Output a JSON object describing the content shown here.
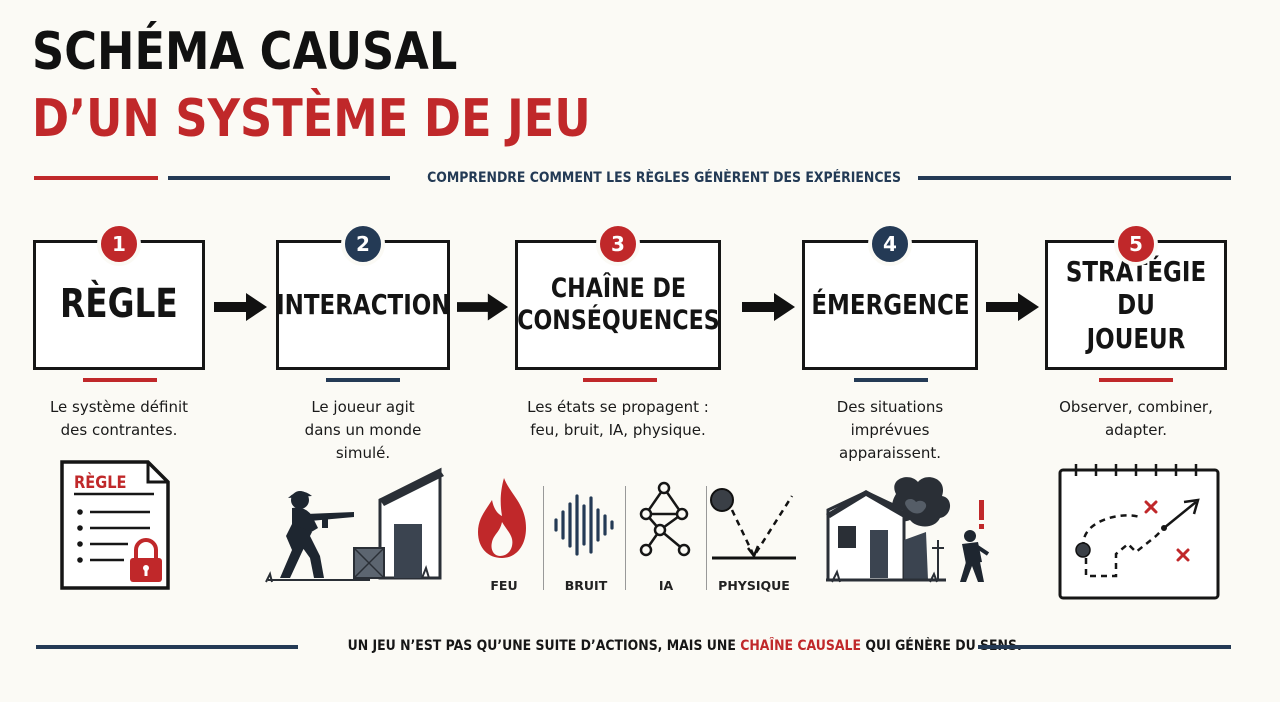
{
  "title": {
    "line1": "SCHÉMA CAUSAL",
    "line2": "D’UN SYSTÈME DE JEU"
  },
  "subtitle": "COMPRENDRE COMMENT LES RÈGLES GÉNÈRENT DES EXPÉRIENCES",
  "steps": [
    {
      "number": "1",
      "label": "RÈGLE",
      "description": "Le système définit\ndes contrantes.",
      "badge_color": "#c0282a",
      "underline_color": "#c0282a"
    },
    {
      "number": "2",
      "label": "INTERACTION",
      "description": "Le joueur agit\ndans un monde\nsimulé.",
      "badge_color": "#243a55",
      "underline_color": "#243a55"
    },
    {
      "number": "3",
      "label": "CHAÎNE DE\nCONSÉQUENCES",
      "description": "Les états se propagent :\nfeu, bruit, IA, physique.",
      "badge_color": "#c0282a",
      "underline_color": "#c0282a"
    },
    {
      "number": "4",
      "label": "ÉMERGENCE",
      "description": "Des situations\nimprévues\napparaissent.",
      "badge_color": "#243a55",
      "underline_color": "#243a55"
    },
    {
      "number": "5",
      "label": "STRATÉGIE\nDU JOUEUR",
      "description": "Observer, combiner,\nadapter.",
      "badge_color": "#c0282a",
      "underline_color": "#c0282a"
    }
  ],
  "rule_doc_title": "RÈGLE",
  "propagation_labels": [
    "FEU",
    "BRUIT",
    "IA",
    "PHYSIQUE"
  ],
  "tagline": {
    "before": "UN JEU N’EST PAS QU’UNE SUITE D’ACTIONS, MAIS UNE ",
    "highlight": "CHAÎNE CAUSALE",
    "after": " QUI GÉNÈRE DU SENS."
  },
  "colors": {
    "accent_red": "#c0282a",
    "navy": "#243a55",
    "background": "#fbfaf5"
  },
  "icons": [
    "document-lock-icon",
    "soldier-aiming-icon",
    "fire-icon",
    "sound-wave-icon",
    "network-graph-icon",
    "ball-bounce-icon",
    "burning-house-icon",
    "strategy-map-icon",
    "arrow-right-icon"
  ]
}
